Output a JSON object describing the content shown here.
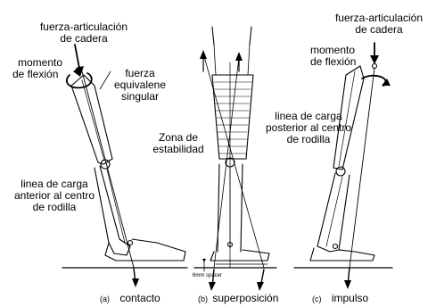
{
  "labels": {
    "hip_force_left_1": "fuerza-articulación",
    "hip_force_left_2": "de cadera",
    "moment_left_1": "momento",
    "moment_left_2": "de flexión",
    "equiv_force_1": "fuerza",
    "equiv_force_2": "equivalene",
    "equiv_force_3": "singular",
    "stability_1": "Zona de",
    "stability_2": "estabilidad",
    "load_anterior_1": "linea de carga",
    "load_anterior_2": "anterior al centro",
    "load_anterior_3": "de rodilla",
    "hip_force_right_1": "fuerza-articulación",
    "hip_force_right_2": "de cadera",
    "moment_right_1": "momento",
    "moment_right_2": "de flexión",
    "load_posterior_1": "linea de carga",
    "load_posterior_2": "posterior al centro",
    "load_posterior_3": "de rodilla",
    "spacer": "6mm spacer"
  },
  "panels": [
    {
      "letter": "(a)",
      "caption": "contacto"
    },
    {
      "letter": "(b)",
      "caption": "superposición"
    },
    {
      "letter": "(c)",
      "caption": "impulso"
    }
  ]
}
